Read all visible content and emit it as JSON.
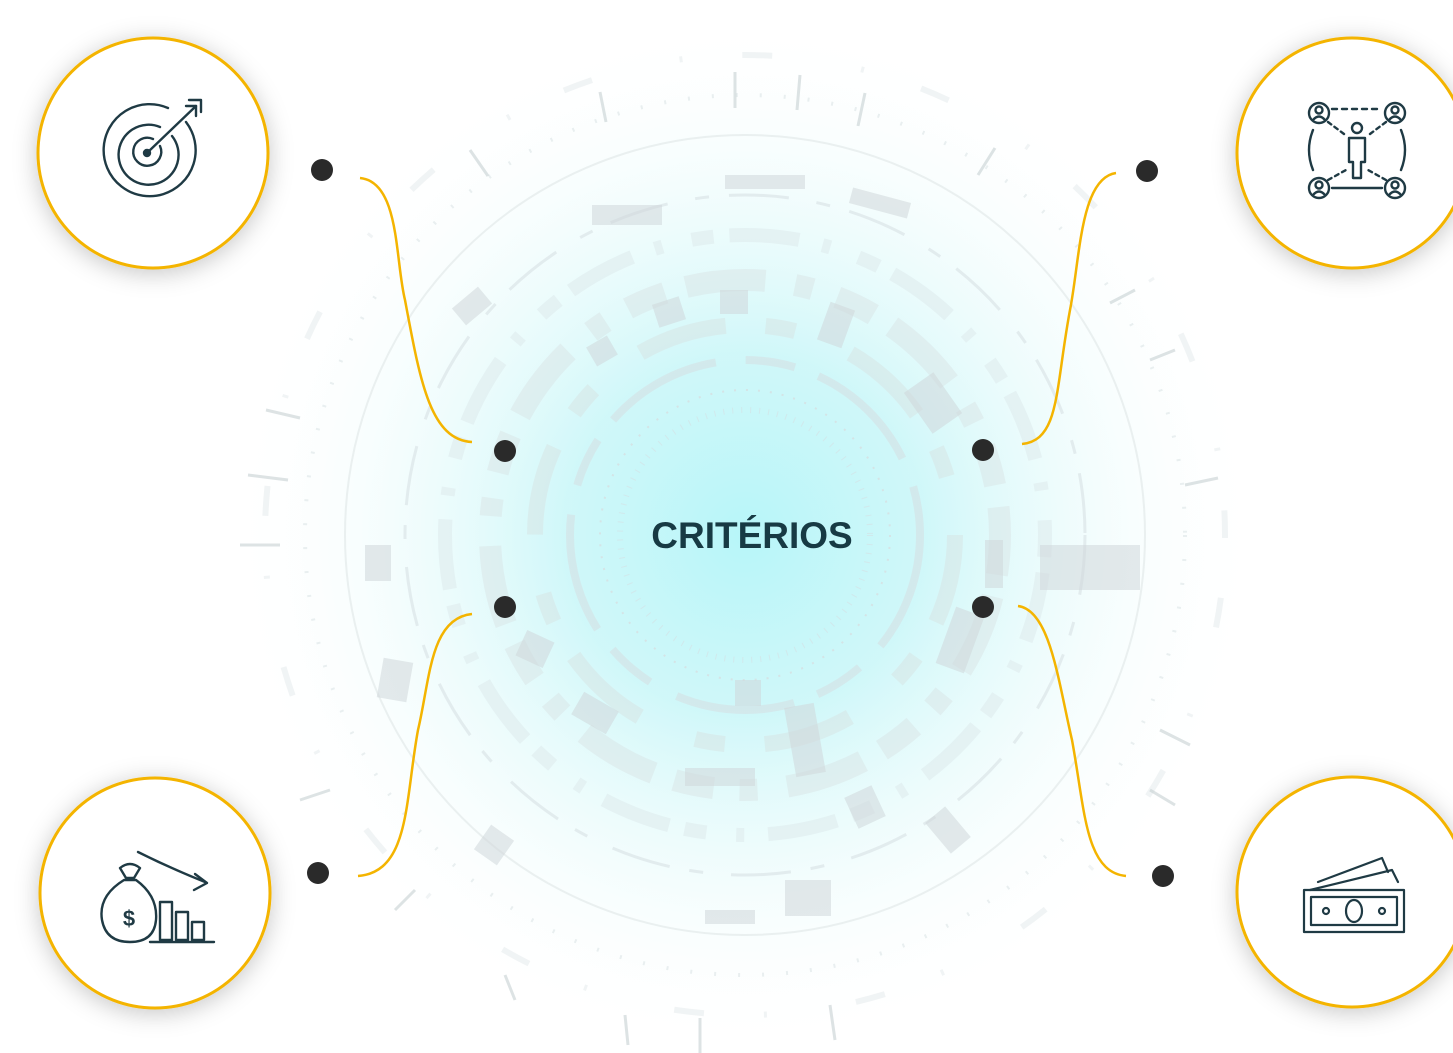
{
  "center": {
    "title": "CRITÉRIOS"
  },
  "colors": {
    "accent": "#f4b400",
    "title": "#173a44",
    "icon_stroke": "#1f3a44",
    "node_dot": "#2a2a2a",
    "glow": "#c9f7f8",
    "decor": "#d4dcde"
  },
  "criteria": [
    {
      "id": "objective",
      "icon": "target-arrow-icon"
    },
    {
      "id": "people",
      "icon": "team-network-icon"
    },
    {
      "id": "cost",
      "icon": "money-bag-decline-chart-icon"
    },
    {
      "id": "payment",
      "icon": "cash-banknote-icon"
    }
  ]
}
